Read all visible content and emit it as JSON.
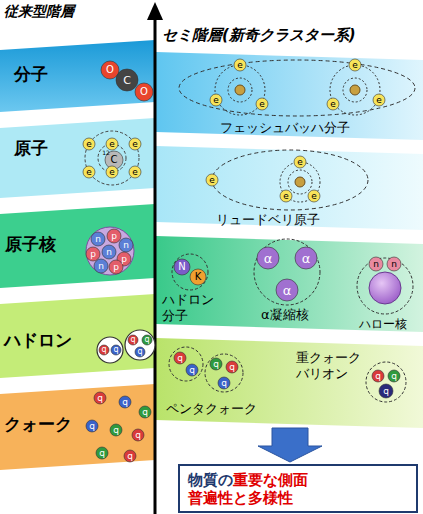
{
  "diagram": {
    "nodes": [
      {
        "text": [
          "分子"
        ]
      },
      {
        "text": [
          "原子"
        ]
      },
      {
        "text": [
          "原子核"
        ]
      },
      {
        "text": [
          "ハドロン"
        ]
      },
      {
        "text": [
          "クォーク"
        ]
      },
      {
        "text": [
          "フェッシュバッハ分子"
        ]
      },
      {
        "text": [
          "リュードベリ原子"
        ]
      },
      {
        "text": [
          "ハドロン 分子",
          "α凝縮核",
          "ハロー核"
        ]
      },
      {
        "text": [
          "ペンタクォーク",
          "重クォーク バリオン"
        ]
      },
      {
        "text": [
          "物質の",
          "重要な側面",
          "普遍性と多様性"
        ]
      }
    ],
    "labels": [
      "従来型階層",
      "セミ階層(新奇クラスター系)",
      "O",
      "C",
      "O",
      "12",
      "C",
      "e",
      "e",
      "e",
      "e",
      "e",
      "e",
      "n",
      "p",
      "n",
      "p",
      "n",
      "p",
      "n",
      "p",
      "q",
      "q",
      "q",
      "q",
      "q",
      "q",
      "q",
      "q",
      "q",
      "q",
      "q",
      "q",
      "q",
      "e",
      "e",
      "e",
      "e",
      "e",
      "e",
      "e",
      "e",
      "e",
      "e",
      "N",
      "K",
      "α",
      "α",
      "α",
      "n",
      "n",
      "q",
      "q",
      "q",
      "q",
      "q",
      "q",
      "q",
      "q"
    ]
  }
}
